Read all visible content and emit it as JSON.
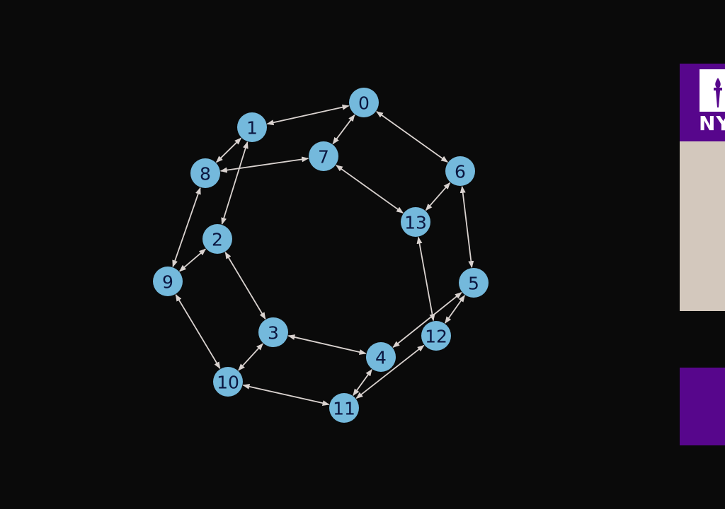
{
  "graph": {
    "nodes": [
      "0",
      "1",
      "2",
      "3",
      "4",
      "5",
      "6",
      "7",
      "8",
      "9",
      "10",
      "11",
      "12",
      "13"
    ],
    "edges": [
      [
        "0",
        "1"
      ],
      [
        "0",
        "7"
      ],
      [
        "0",
        "6"
      ],
      [
        "1",
        "8"
      ],
      [
        "1",
        "2"
      ],
      [
        "8",
        "7"
      ],
      [
        "8",
        "9"
      ],
      [
        "7",
        "13"
      ],
      [
        "6",
        "13"
      ],
      [
        "6",
        "5"
      ],
      [
        "2",
        "9"
      ],
      [
        "2",
        "3"
      ],
      [
        "9",
        "10"
      ],
      [
        "3",
        "10"
      ],
      [
        "3",
        "4"
      ],
      [
        "10",
        "11"
      ],
      [
        "11",
        "4"
      ],
      [
        "11",
        "12"
      ],
      [
        "4",
        "5"
      ],
      [
        "5",
        "12"
      ],
      [
        "13",
        "12"
      ]
    ],
    "directed": "bidirectional"
  },
  "colors": {
    "background": "#0a0a0a",
    "node_fill": "#74b9dc",
    "node_label": "#0b1640",
    "edge": "#d9d2cf",
    "brand_purple": "#57068c",
    "panel_beige": "#d3c8bd"
  },
  "side_panel": {
    "logo_text": "NY",
    "logo_icon": "torch-icon"
  }
}
